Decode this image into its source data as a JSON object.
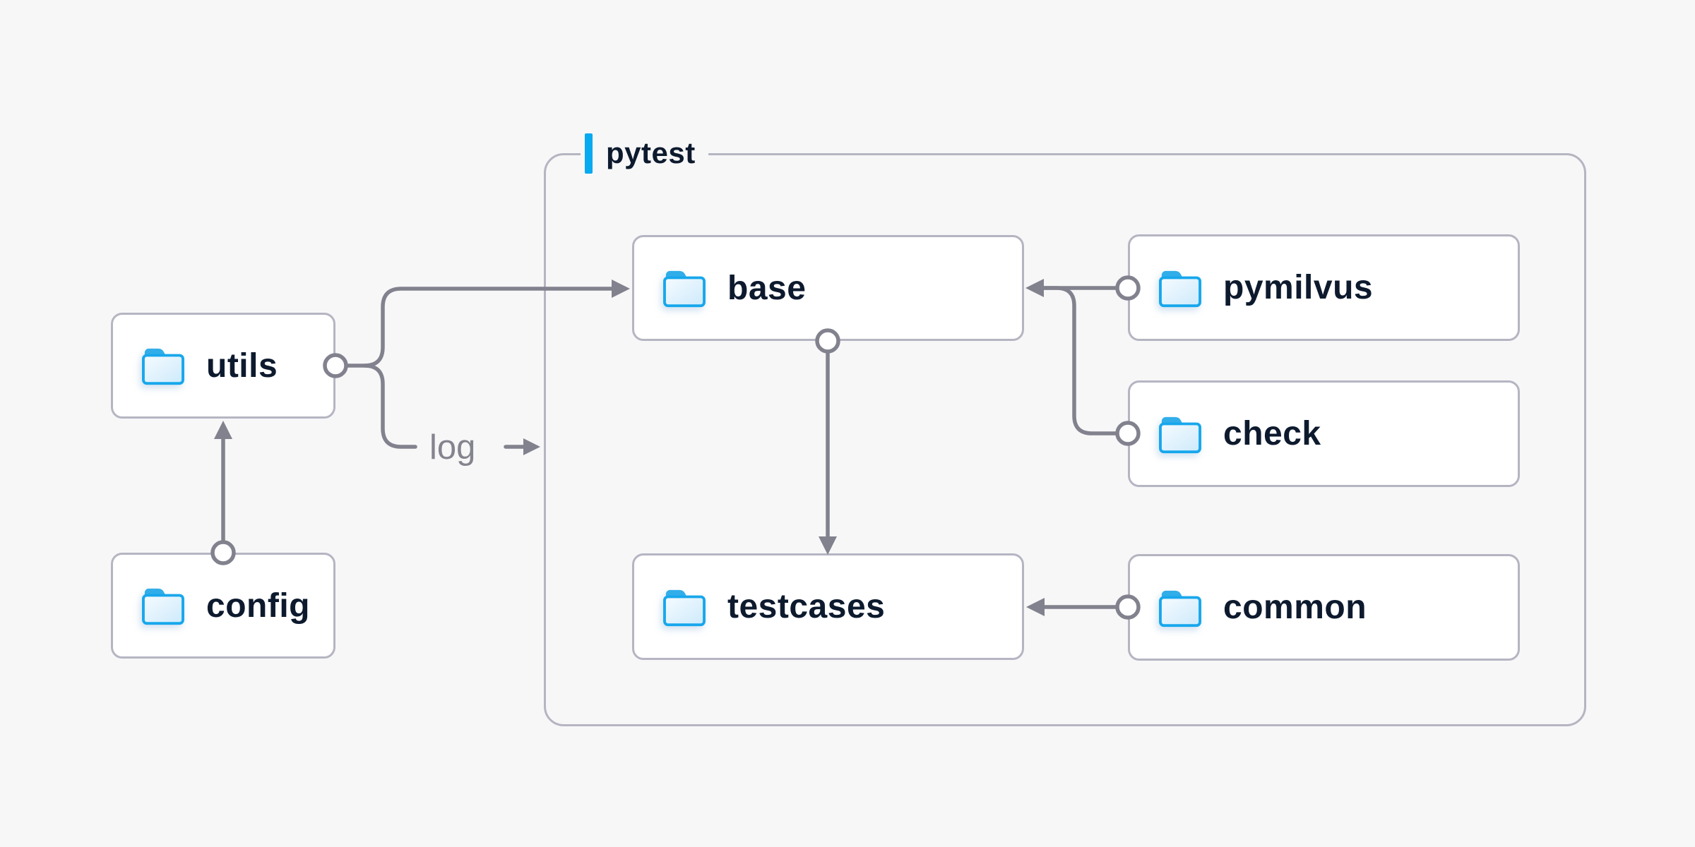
{
  "colors": {
    "background": "#f7f7f8",
    "box_fill": "#ffffff",
    "box_border": "#b5b5c2",
    "wire_gray": "#82828e",
    "label_text": "#0d1a2e",
    "muted_text": "#84848e",
    "accent_blue": "#07a9f0",
    "folder_blue": "#17a7ec"
  },
  "container": {
    "label": "pytest"
  },
  "nodes": {
    "utils": {
      "label": "utils"
    },
    "config": {
      "label": "config"
    },
    "base": {
      "label": "base"
    },
    "testcases": {
      "label": "testcases"
    },
    "pymilvus": {
      "label": "pymilvus"
    },
    "check": {
      "label": "check"
    },
    "common": {
      "label": "common"
    }
  },
  "edges": [
    {
      "from": "config",
      "to": "utils"
    },
    {
      "from": "utils",
      "to": "base"
    },
    {
      "from": "utils",
      "to": "log",
      "label": "log"
    },
    {
      "from": "base",
      "to": "testcases"
    },
    {
      "from": "pymilvus",
      "to": "base"
    },
    {
      "from": "check",
      "to": "base"
    },
    {
      "from": "common",
      "to": "testcases"
    }
  ],
  "log_label": "log"
}
